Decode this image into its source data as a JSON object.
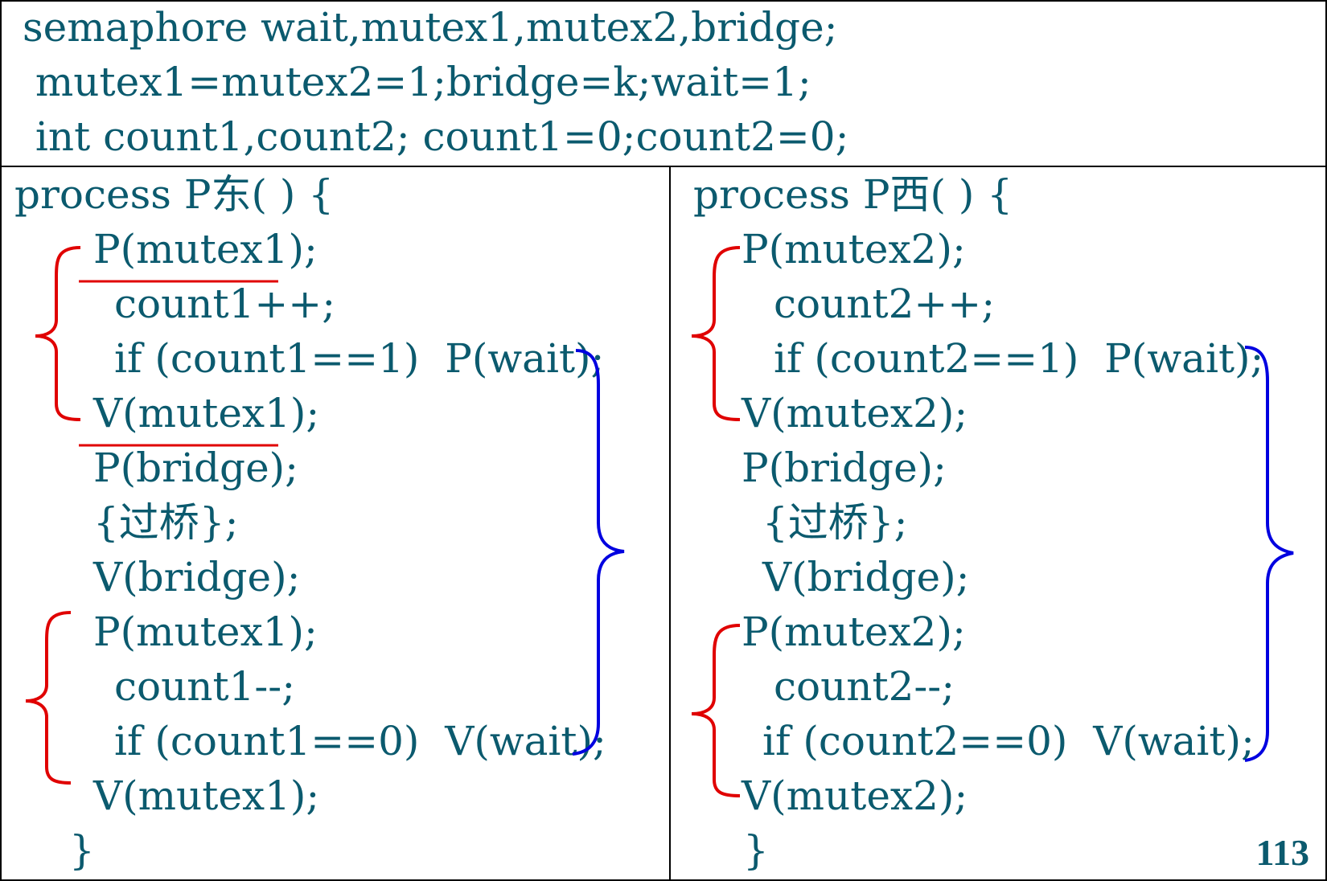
{
  "header": {
    "lines": [
      "semaphore wait,mutex1,mutex2,bridge;",
      " mutex1=mutex2=1;bridge=k;wait=1;",
      " int count1,count2; count1=0;count2=0;"
    ]
  },
  "left": {
    "title": "process P东( ) {",
    "lines": [
      "P(mutex1);",
      "count1++;",
      "if (count1==1)  P(wait);",
      "V(mutex1);",
      "P(bridge);",
      "{过桥};",
      "V(bridge);",
      "P(mutex1);",
      "count1--;",
      "if (count1==0)  V(wait);",
      "V(mutex1);",
      "}"
    ]
  },
  "right": {
    "title": "process P西( ) {",
    "lines": [
      "P(mutex2);",
      "count2++;",
      "if (count2==1)  P(wait);",
      "V(mutex2);",
      "P(bridge);",
      "{过桥};",
      "V(bridge);",
      "P(mutex2);",
      "count2--;",
      "if (count2==0)  V(wait);",
      "V(mutex2);",
      "}"
    ]
  },
  "page_number": "113",
  "colors": {
    "text": "#0b5a6e",
    "red_bracket": "#e00000",
    "blue_bracket": "#0000e0",
    "border": "#000000"
  }
}
